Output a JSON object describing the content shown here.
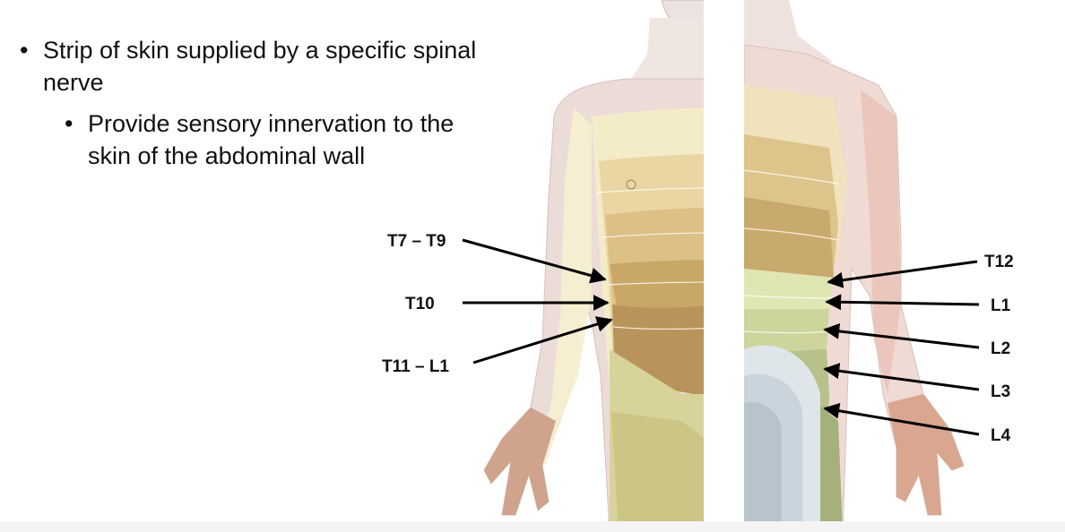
{
  "bullets": {
    "level1": "Strip of skin supplied by a specific spinal nerve",
    "level2": "Provide sensory innervation to the skin of the abdominal wall"
  },
  "labels": {
    "left": [
      "T7 – T9",
      "T10",
      "T11 – L1"
    ],
    "right": [
      "T12",
      "L1",
      "L2",
      "L3",
      "L4"
    ]
  },
  "colors": {
    "arrow": "#000000",
    "skin_light": "#eddcd6",
    "band_pale": "#f3efc4",
    "band_mid": "#d7be7f",
    "band_dark": "#b4915a",
    "band_green": "#b9c088",
    "band_blue": "#c8d4dc"
  }
}
